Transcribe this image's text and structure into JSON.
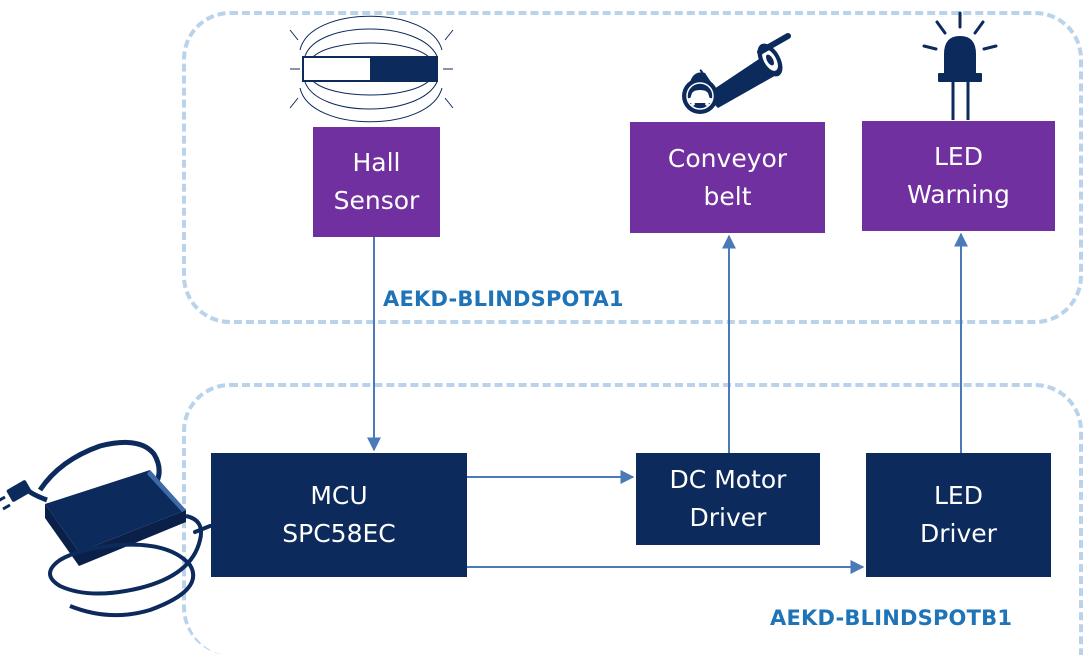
{
  "zones": {
    "top_label": "AEKD-BLINDSPOTA1",
    "bottom_label": "AEKD-BLINDSPOTB1"
  },
  "blocks": {
    "hall_sensor": {
      "line1": "Hall",
      "line2": "Sensor"
    },
    "conveyor_belt": {
      "line1": "Conveyor",
      "line2": "belt"
    },
    "led_warning": {
      "line1": "LED",
      "line2": "Warning"
    },
    "mcu": {
      "line1": "MCU",
      "line2": "SPC58EC"
    },
    "dc_motor_driver": {
      "line1": "DC Motor",
      "line2": "Driver"
    },
    "led_driver": {
      "line1": "LED",
      "line2": "Driver"
    }
  },
  "colors": {
    "zone_border": "#b9d3ea",
    "zone_label": "#1f73b7",
    "sensor_block": "#7030a0",
    "board_block": "#0c2a5c",
    "connector": "#4a7ab8"
  },
  "icons": [
    "magnet-field-icon",
    "conveyor-car-icon",
    "led-warning-icon",
    "power-adapter-icon"
  ]
}
